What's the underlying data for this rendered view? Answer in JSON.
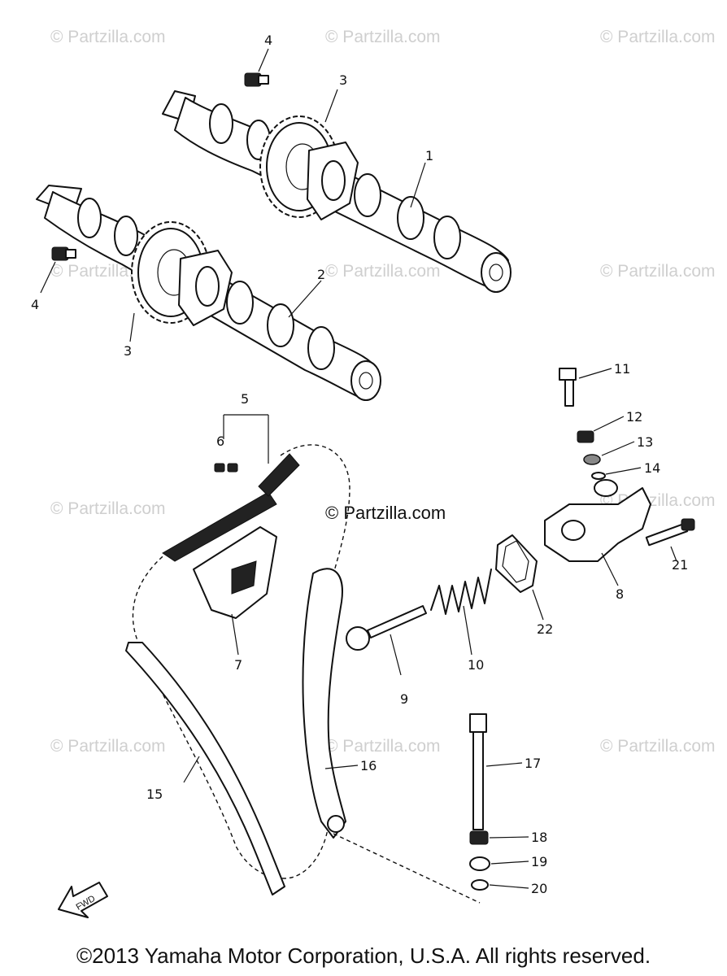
{
  "watermarks": {
    "text": "© Partzilla.com",
    "center_text": "© Partzilla.com"
  },
  "callouts": [
    "1",
    "2",
    "3",
    "3",
    "4",
    "4",
    "5",
    "6",
    "7",
    "8",
    "9",
    "10",
    "11",
    "12",
    "13",
    "14",
    "15",
    "16",
    "17",
    "18",
    "19",
    "20",
    "21",
    "22"
  ],
  "parts": {
    "1": "1",
    "2": "2",
    "3": "3",
    "4": "4",
    "5": "5",
    "6": "6",
    "7": "7",
    "8": "8",
    "9": "9",
    "10": "10",
    "11": "11",
    "12": "12",
    "13": "13",
    "14": "14",
    "15": "15",
    "16": "16",
    "17": "17",
    "18": "18",
    "19": "19",
    "20": "20",
    "21": "21",
    "22": "22"
  },
  "fwd_label": "FWD",
  "copyright": "©2013 Yamaha Motor Corporation, U.S.A. All rights reserved."
}
